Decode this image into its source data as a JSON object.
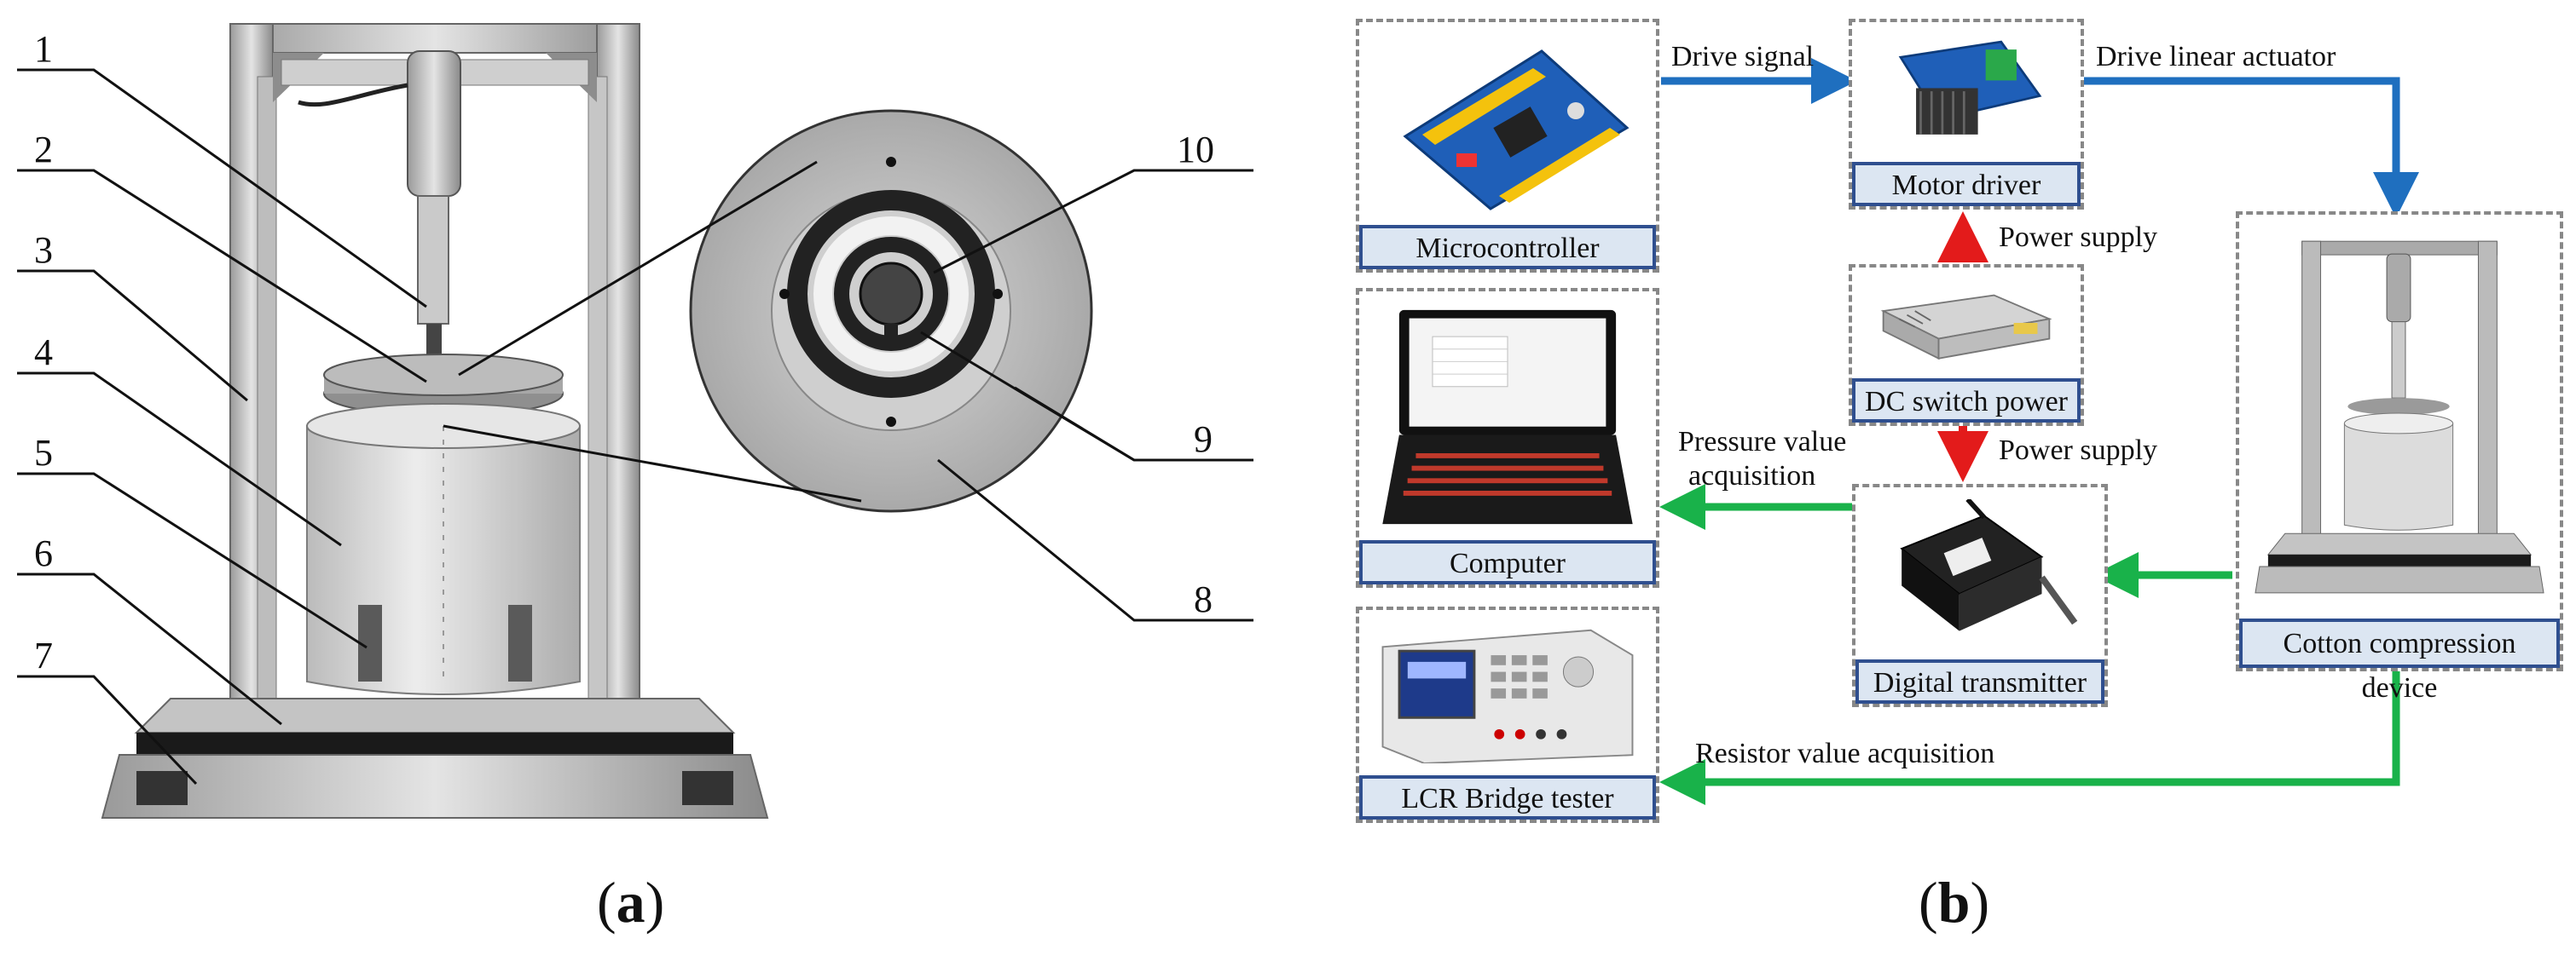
{
  "panel_a": {
    "label_prefix": "(",
    "label_letter": "a",
    "label_suffix": ")",
    "part_numbers": [
      "1",
      "2",
      "3",
      "4",
      "5",
      "6",
      "7",
      "8",
      "9",
      "10"
    ]
  },
  "panel_b": {
    "label_prefix": "(",
    "label_letter": "b",
    "label_suffix": ")",
    "components": {
      "microcontroller": "Microcontroller",
      "motor_driver": "Motor driver",
      "dc_switch_power": "DC switch power",
      "computer": "Computer",
      "digital_transmitter": "Digital transmitter",
      "lcr_bridge_tester": "LCR Bridge tester",
      "cotton_compression_device": "Cotton compression device"
    },
    "flows": {
      "drive_signal": "Drive signal",
      "drive_linear_actuator": "Drive linear  actuator",
      "power_supply_top": "Power supply",
      "power_supply_bottom": "Power supply",
      "pressure_value_line1": "Pressure value",
      "pressure_value_line2": "acquisition",
      "resistor_value": "Resistor value acquisition"
    },
    "colors": {
      "blue_arrow": "#1f6fbf",
      "red_arrow": "#e31b1b",
      "green_arrow": "#19b24a",
      "caption_fill": "#dce6f2",
      "caption_border": "#2f4f8f",
      "box_border": "#888888"
    }
  }
}
